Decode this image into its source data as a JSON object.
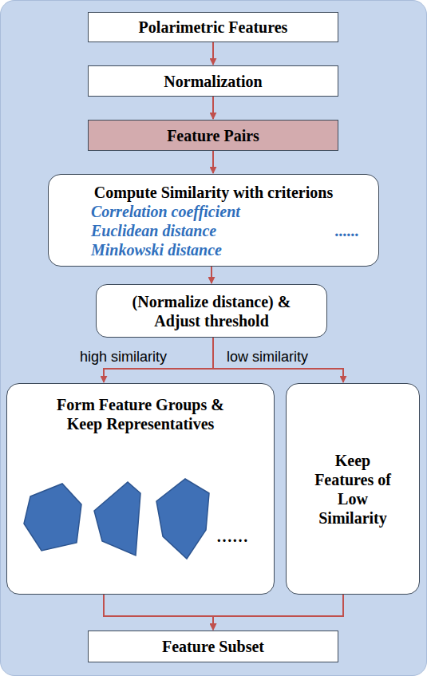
{
  "diagram": {
    "nodes": [
      {
        "text": [
          "Polarimetric Features"
        ]
      },
      {
        "text": [
          "Normalization"
        ]
      },
      {
        "text": [
          "Feature Pairs"
        ]
      },
      {
        "text": [
          "Compute Similarity with criterions",
          "Correlation coefficient",
          "Euclidean distance",
          "......",
          "Minkowski distance"
        ]
      },
      {
        "text": [
          "(Normalize distance) & Adjust threshold"
        ]
      },
      {
        "text": [
          "Form Feature Groups & Keep Representatives",
          "……"
        ]
      },
      {
        "text": [
          "Keep Features of Low Similarity"
        ]
      },
      {
        "text": [
          "Feature Subset"
        ]
      }
    ],
    "edges": [
      {
        "from": 0,
        "to": 1,
        "arrow": "to"
      },
      {
        "from": 1,
        "to": 2,
        "arrow": "to"
      },
      {
        "from": 2,
        "to": 3,
        "arrow": "to"
      },
      {
        "from": 3,
        "to": 4,
        "arrow": "to"
      },
      {
        "from": 4,
        "to": 5,
        "label": "high similarity",
        "arrow": "to"
      },
      {
        "from": 4,
        "to": 6,
        "label": "low similarity",
        "arrow": "to"
      },
      {
        "from": 5,
        "to": 7,
        "arrow": "to"
      },
      {
        "from": 6,
        "to": 7,
        "arrow": "to"
      }
    ]
  }
}
